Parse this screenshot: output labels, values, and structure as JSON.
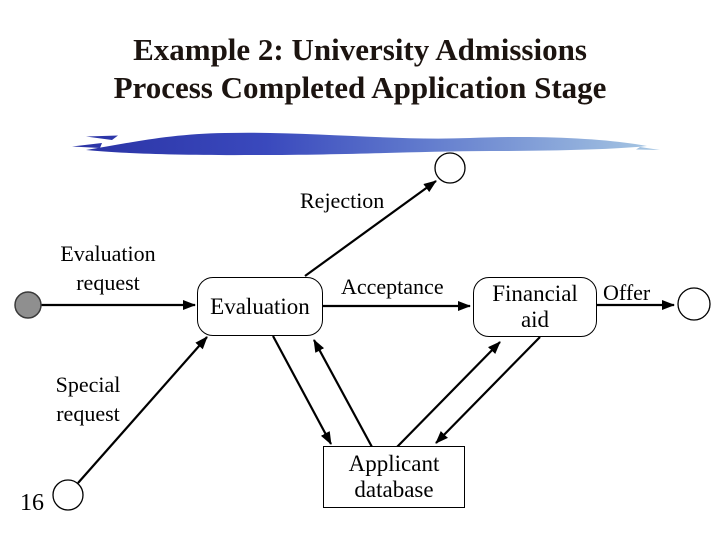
{
  "title": {
    "line1": "Example 2:  University Admissions",
    "line2": "Process Completed Application Stage"
  },
  "page_number": "16",
  "colors": {
    "title_text": "#1c1410",
    "diagram_text": "#000000",
    "shape_stroke": "#000000",
    "swoosh_left": "#2b34a6",
    "swoosh_mid": "#5e77cc",
    "swoosh_right": "#a4c4e2",
    "start_node_fill": "#8f8f8f"
  },
  "diagram": {
    "process_evaluation": "Evaluation",
    "process_financial_aid": {
      "line1": "Financial",
      "line2": "aid"
    },
    "datastore_applicant_database": {
      "line1": "Applicant",
      "line2": "database"
    },
    "flow_labels": {
      "rejection": "Rejection",
      "evaluation_request": {
        "line1": "Evaluation",
        "line2": "request"
      },
      "acceptance": "Acceptance",
      "offer": "Offer",
      "special_request": {
        "line1": "Special",
        "line2": "request"
      }
    }
  }
}
